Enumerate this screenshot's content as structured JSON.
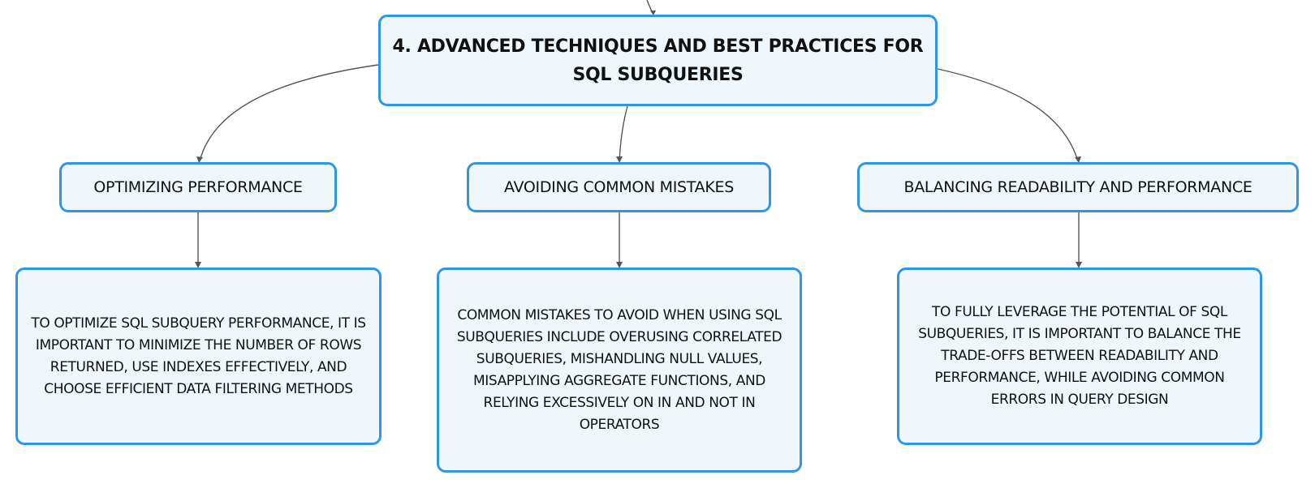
{
  "diagram": {
    "title": "4. ADVANCED TECHNIQUES AND BEST PRACTICES FOR SQL SUBQUERIES",
    "branches": [
      {
        "label": "OPTIMIZING PERFORMANCE",
        "detail": "TO OPTIMIZE SQL SUBQUERY PERFORMANCE, IT IS IMPORTANT TO MINIMIZE THE NUMBER OF ROWS RETURNED, USE INDEXES EFFECTIVELY, AND CHOOSE EFFICIENT DATA FILTERING METHODS"
      },
      {
        "label": "AVOIDING COMMON MISTAKES",
        "detail": "COMMON MISTAKES TO AVOID WHEN USING SQL SUBQUERIES INCLUDE OVERUSING CORRELATED SUBQUERIES, MISHANDLING NULL VALUES, MISAPPLYING AGGREGATE FUNCTIONS, AND RELYING EXCESSIVELY ON IN AND NOT IN OPERATORS"
      },
      {
        "label": "BALANCING READABILITY AND PERFORMANCE",
        "detail": "TO FULLY LEVERAGE THE POTENTIAL OF SQL SUBQUERIES, IT IS IMPORTANT TO BALANCE THE TRADE-OFFS BETWEEN READABILITY AND PERFORMANCE, WHILE AVOIDING COMMON ERRORS IN QUERY DESIGN"
      }
    ]
  },
  "colors": {
    "node_border": "#2e97e0",
    "node_fill": "#eff7fd",
    "connector": "#555555",
    "text": "#111111"
  }
}
